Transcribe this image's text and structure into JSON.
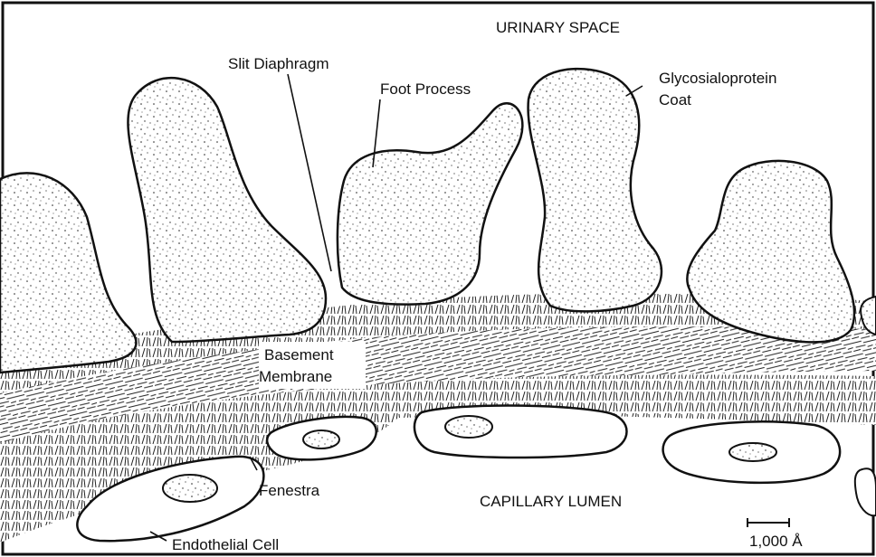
{
  "labels": {
    "urinary_space": "URINARY SPACE",
    "slit_diaphragm": "Slit Diaphragm",
    "foot_process": "Foot Process",
    "glyco_line1": "Glycosialoprotein",
    "glyco_line2": "Coat",
    "basement_line1": "Basement",
    "basement_line2": "Membrane",
    "fenestra": "Fenestra",
    "capillary_lumen": "CAPILLARY LUMEN",
    "endothelial_cell": "Endothelial Cell",
    "scale": "1,000 Å"
  },
  "colors": {
    "ink": "#111111",
    "paper": "#ffffff"
  }
}
